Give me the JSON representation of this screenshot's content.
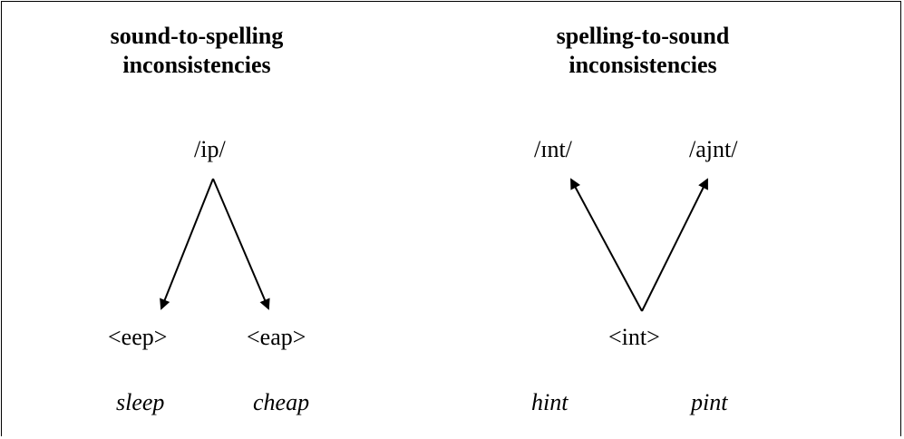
{
  "left_panel": {
    "heading_line1": "sound-to-spelling",
    "heading_line2": "inconsistencies",
    "root": "/ip/",
    "spelling_a": "<eep>",
    "spelling_b": "<eap>",
    "example_a": "sleep",
    "example_b": "cheap"
  },
  "right_panel": {
    "heading_line1": "spelling-to-sound",
    "heading_line2": "inconsistencies",
    "pronunciation_a": "/ɪnt/",
    "pronunciation_b": "/ajnt/",
    "spelling": "<int>",
    "example_a": "hint",
    "example_b": "pint"
  },
  "colors": {
    "ink": "#000000",
    "background": "#ffffff"
  }
}
